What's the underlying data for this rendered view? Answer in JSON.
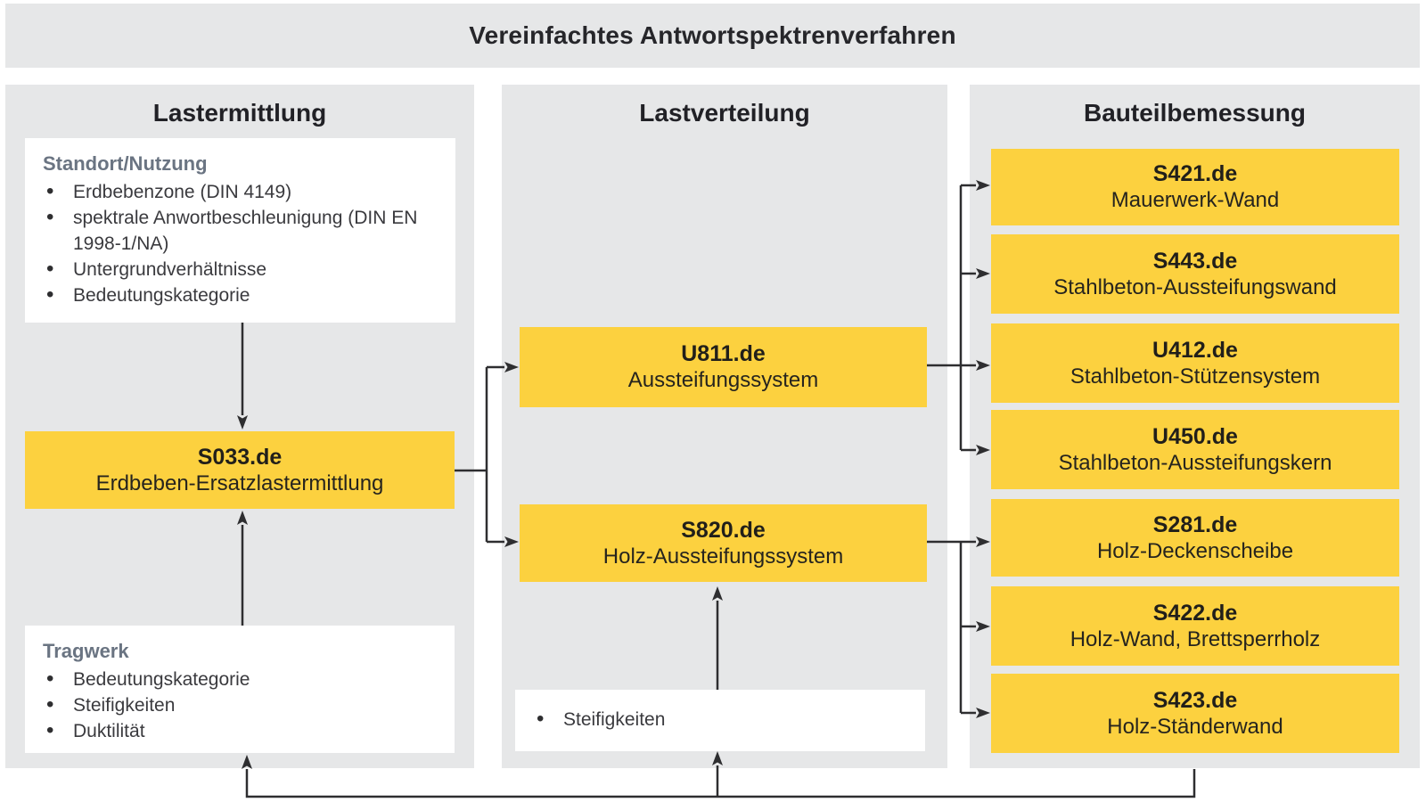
{
  "title": "Vereinfachtes Antwortspektrenverfahren",
  "colors": {
    "accent_yellow": "#fcd13f",
    "panel_gray": "#e6e7e8",
    "slate_heading": "#6a7482",
    "wire": "#2e2e30"
  },
  "columns": [
    {
      "header": "Lastermittlung",
      "info_boxes": [
        {
          "heading": "Standort/Nutzung",
          "bullets": [
            "Erdbebenzone (DIN 4149)",
            "spektrale Anwortbeschleunigung (DIN EN 1998-1/NA)",
            "Untergrundverhältnisse",
            "Bedeutungskategorie"
          ]
        },
        {
          "heading": "Tragwerk",
          "bullets": [
            "Bedeutungskategorie",
            "Steifigkeiten",
            "Duktilität"
          ]
        }
      ],
      "module_boxes": [
        {
          "code": "S033.de",
          "label": "Erdbeben-Ersatzlastermittlung"
        }
      ]
    },
    {
      "header": "Lastverteilung",
      "module_boxes": [
        {
          "code": "U811.de",
          "label": "Aussteifungssystem"
        },
        {
          "code": "S820.de",
          "label": "Holz-Aussteifungssystem"
        }
      ],
      "info_boxes": [
        {
          "bullets": [
            "Steifigkeiten"
          ]
        }
      ]
    },
    {
      "header": "Bauteilbemessung",
      "module_boxes": [
        {
          "code": "S421.de",
          "label": "Mauerwerk-Wand"
        },
        {
          "code": "S443.de",
          "label": "Stahlbeton-Aussteifungswand"
        },
        {
          "code": "U412.de",
          "label": "Stahlbeton-Stützensystem"
        },
        {
          "code": "U450.de",
          "label": "Stahlbeton-Aussteifungskern"
        },
        {
          "code": "S281.de",
          "label": "Holz-Deckenscheibe"
        },
        {
          "code": "S422.de",
          "label": "Holz-Wand, Brettsperrholz"
        },
        {
          "code": "S423.de",
          "label": "Holz-Ständerwand"
        }
      ]
    }
  ]
}
